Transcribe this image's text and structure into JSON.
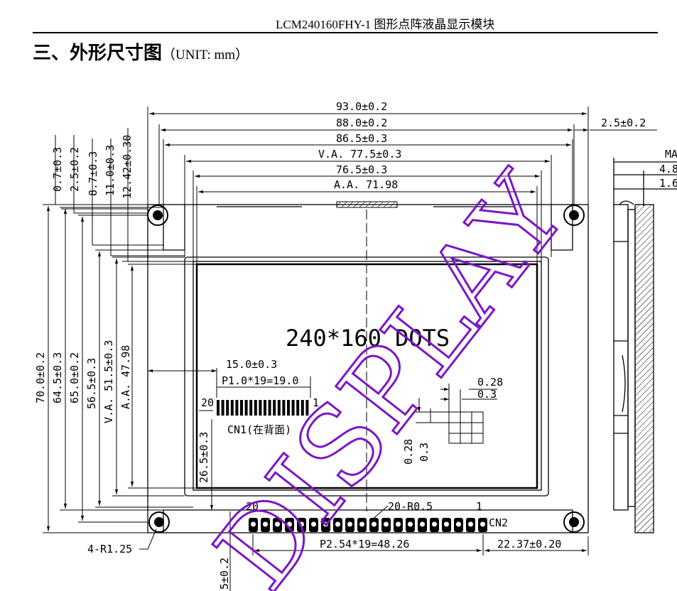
{
  "header": {
    "title": "LCM240160FHY-1 图形点阵液晶显示模块"
  },
  "section": {
    "title": "三、外形尺寸图",
    "unit": "（UNIT: mm）"
  },
  "drawing": {
    "dims_horizontal": {
      "outline_width": "93.0±0.2",
      "hole_pitch": "88.0±0.2",
      "bezel_width": "86.5±0.3",
      "viewing_area": "V.A. 77.5±0.3",
      "glass_width": "76.5±0.3",
      "active_area": "A.A. 71.98",
      "hole_offset": "2.5±0.2",
      "cn1_offset": "15.0±0.3",
      "cn1_pitch": "P1.0*19=19.0",
      "cn2_pitch": "P2.54*19=48.26",
      "cn2_offset": "22.37±0.20",
      "dot_width": "0.28",
      "dot_pitch": "0.3"
    },
    "dims_vertical": {
      "top_07": "0.7±0.3",
      "top_25": "2.5±0.2",
      "top_87": "8.7±0.3",
      "top_110": "11.0±0.3",
      "top_1242": "12.42±0.30",
      "outline_height": "70.0±0.2",
      "bezel_height": "64.5±0.3",
      "hole_pitch_v": "65.0±0.2",
      "glass_height": "56.5±0.3",
      "viewing_area_v": "V.A. 51.5±0.3",
      "active_area_v": "A.A. 47.98",
      "cn1_height": "26.5±0.3",
      "dot_height": "0.28",
      "dot_pitch_v": "0.3",
      "bottom_partial": "5±0.2"
    },
    "side_view": {
      "max_label": "MA",
      "thickness_1": "4.8",
      "thickness_2": "1.6"
    },
    "labels": {
      "resolution": "240*160 DOTS",
      "cn1_pin_start": "20",
      "cn1_pin_end": "1",
      "cn1_name": "CN1(在背面)",
      "cn2_pin_start": "20",
      "cn2_pin_spec": "20-R0.5",
      "cn2_pin_end": "1",
      "cn2_name": "CN2",
      "mount_hole": "4-R1.25"
    },
    "watermark": "DISPLAY"
  }
}
